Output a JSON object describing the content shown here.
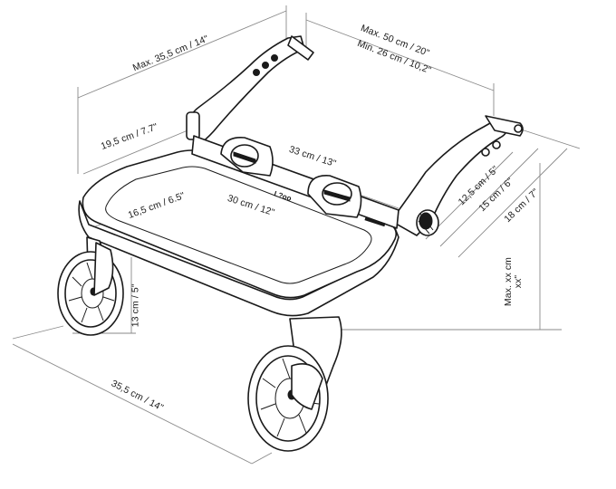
{
  "colors": {
    "ink": "#1a1a1a",
    "guide": "#8a8a8a",
    "background": "#ffffff"
  },
  "brand": {
    "logo_text": "L?oo"
  },
  "dimensions": {
    "top_left_width": "Max. 35,5 cm / 14\"",
    "arm_span_max": "Max. 50 cm / 20\"",
    "arm_span_min": "Min. 26 cm / 10,2\"",
    "board_depth_top": "19,5 cm / 7.7\"",
    "clamp_spacing": "33 cm / 13\"",
    "board_depth": "16,5 cm / 6.5\"",
    "board_width": "30 cm / 12\"",
    "arm_12": "12,5 cm / 5\"",
    "arm_15": "15 cm / 6\"",
    "arm_18": "18 cm / 7\"",
    "max_height": "Max. xx cm\nxx\"",
    "wheel_height": "13 cm / 5\"",
    "base_width": "35,5 cm / 14\""
  }
}
